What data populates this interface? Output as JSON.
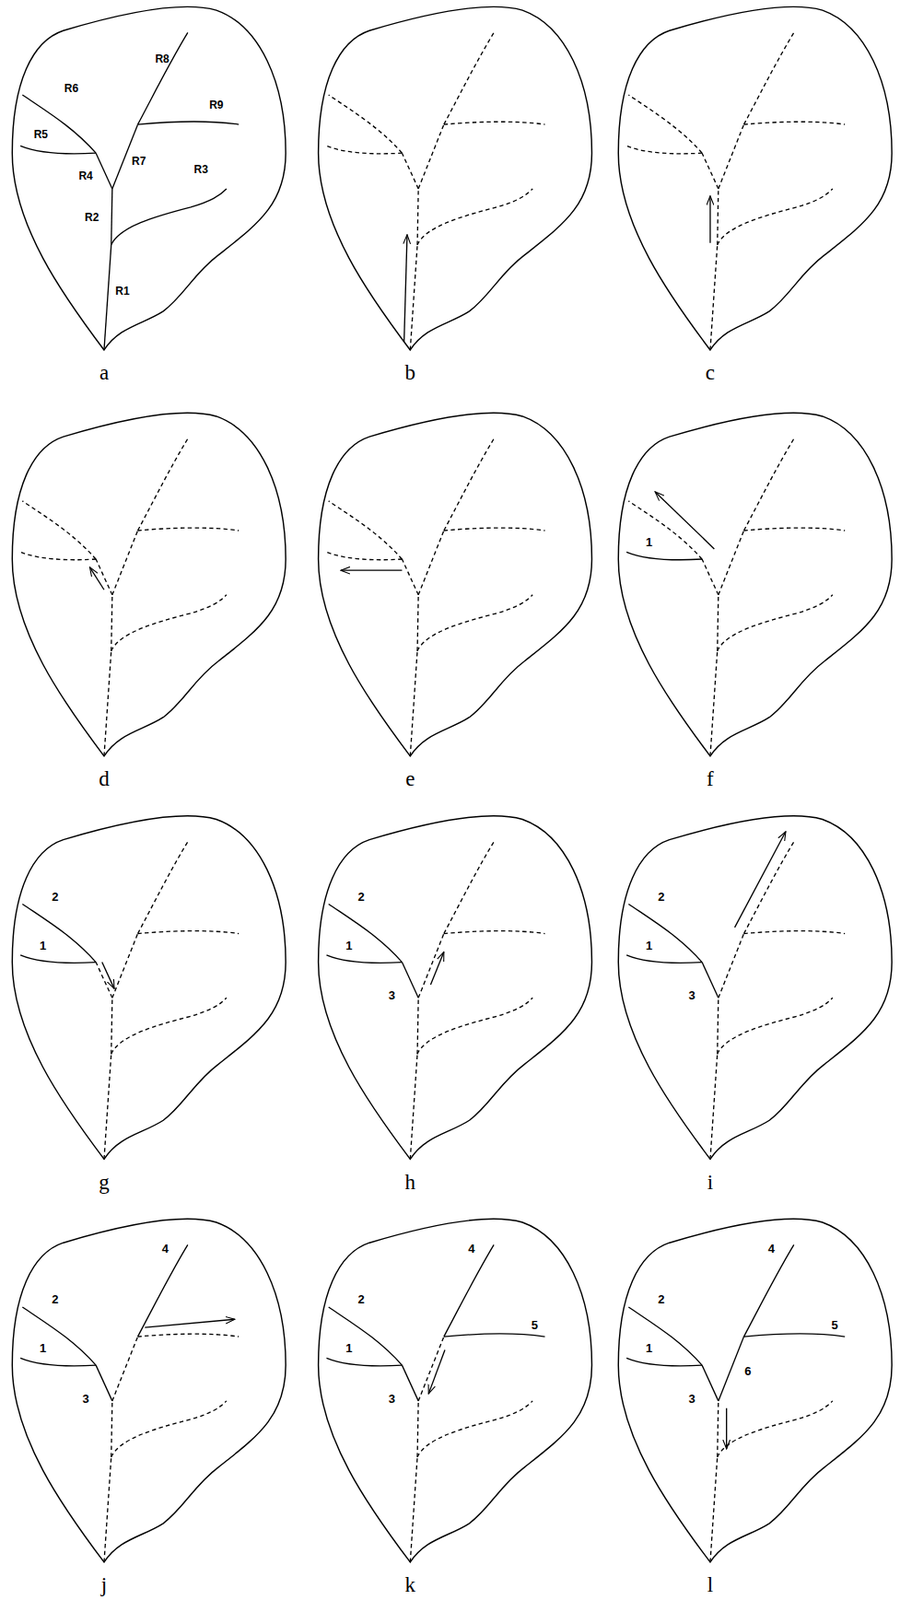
{
  "diagram": {
    "labels": [
      "R8",
      "R9",
      "R6",
      "R5",
      "R7",
      "R4",
      "R2",
      "R3",
      "R1",
      "a",
      "b",
      "c",
      "d",
      "e",
      "1",
      "f",
      "2",
      "1",
      "g",
      "2",
      "1",
      "3",
      "h",
      "2",
      "1",
      "3",
      "i",
      "4",
      "2",
      "1",
      "3",
      "j",
      "4",
      "2",
      "5",
      "1",
      "3",
      "k",
      "4",
      "2",
      "5",
      "1",
      "3",
      "6",
      "l"
    ]
  }
}
